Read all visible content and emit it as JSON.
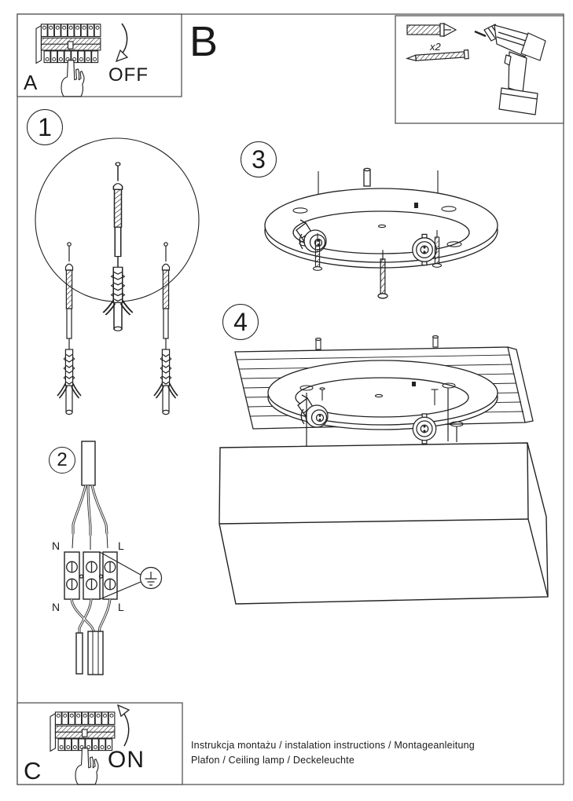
{
  "page": {
    "background": "#ffffff",
    "line_color": "#222222",
    "border_color": "#555555",
    "kind": "installation-manual-sheet"
  },
  "sections": {
    "a": {
      "label": "A",
      "action": "OFF"
    },
    "b": {
      "label": "B"
    },
    "parts": {
      "quantity_label": "x2",
      "icons": [
        "wall-plug-icon",
        "mounting-screw-icon",
        "cordless-drill-icon"
      ]
    },
    "c": {
      "label": "C",
      "action": "ON"
    }
  },
  "steps": {
    "s1": {
      "number": "1",
      "content": "screws-and-wall-plugs"
    },
    "s2": {
      "number": "2",
      "content": "terminal-block-wiring",
      "terminal": {
        "n_top": "N",
        "l_top": "L",
        "n_bottom": "N",
        "l_bottom": "L"
      }
    },
    "s3": {
      "number": "3",
      "content": "round-mounting-plate-with-screws"
    },
    "s4": {
      "number": "4",
      "content": "canopy-and-square-shade-assembly"
    }
  },
  "footer": {
    "line1": "Instrukcja montażu / instalation instructions / Montageanleitung",
    "line2": "Plafon / Ceiling lamp / Deckeleuchte"
  }
}
